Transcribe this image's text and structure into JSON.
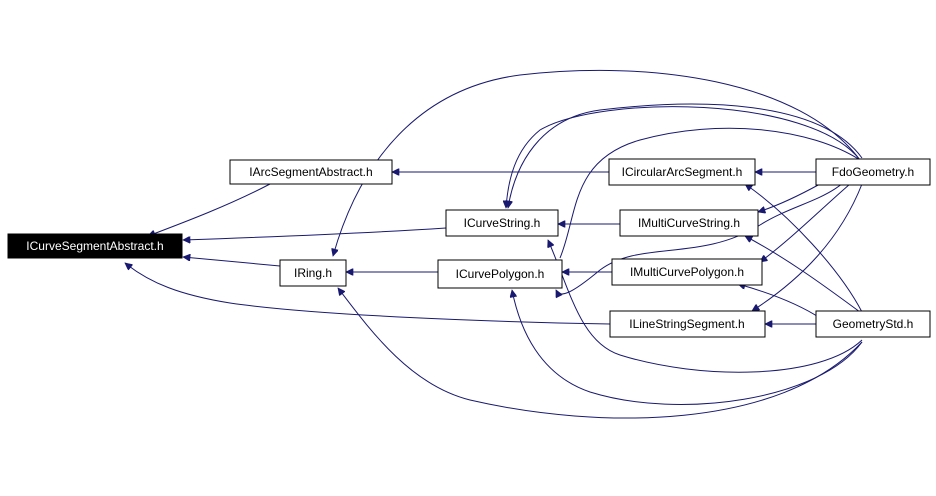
{
  "nodes": [
    {
      "id": "n0",
      "label": "ICurveSegmentAbstract.h",
      "root": true
    },
    {
      "id": "n1",
      "label": "IArcSegmentAbstract.h"
    },
    {
      "id": "n2",
      "label": "IRing.h"
    },
    {
      "id": "n3",
      "label": "ICurveString.h"
    },
    {
      "id": "n4",
      "label": "ICurvePolygon.h"
    },
    {
      "id": "n5",
      "label": "ICircularArcSegment.h"
    },
    {
      "id": "n6",
      "label": "IMultiCurveString.h"
    },
    {
      "id": "n7",
      "label": "IMultiCurvePolygon.h"
    },
    {
      "id": "n8",
      "label": "ILineStringSegment.h"
    },
    {
      "id": "n9",
      "label": "FdoGeometry.h"
    },
    {
      "id": "n10",
      "label": "GeometryStd.h"
    }
  ],
  "edges": [
    {
      "from": "n1",
      "to": "n0"
    },
    {
      "from": "n3",
      "to": "n0"
    },
    {
      "from": "n2",
      "to": "n0"
    },
    {
      "from": "n8",
      "to": "n0"
    },
    {
      "from": "n5",
      "to": "n1"
    },
    {
      "from": "n4",
      "to": "n2"
    },
    {
      "from": "n9",
      "to": "n2"
    },
    {
      "from": "n10",
      "to": "n2"
    },
    {
      "from": "n6",
      "to": "n3"
    },
    {
      "from": "n4",
      "to": "n3"
    },
    {
      "from": "n9",
      "to": "n3"
    },
    {
      "from": "n10",
      "to": "n3"
    },
    {
      "from": "n7",
      "to": "n4"
    },
    {
      "from": "n9",
      "to": "n4"
    },
    {
      "from": "n10",
      "to": "n4"
    },
    {
      "from": "n9",
      "to": "n5"
    },
    {
      "from": "n10",
      "to": "n5"
    },
    {
      "from": "n9",
      "to": "n6"
    },
    {
      "from": "n10",
      "to": "n6"
    },
    {
      "from": "n9",
      "to": "n7"
    },
    {
      "from": "n10",
      "to": "n7"
    },
    {
      "from": "n9",
      "to": "n8"
    },
    {
      "from": "n10",
      "to": "n8"
    }
  ],
  "colors": {
    "edge": "#191970",
    "root_fill": "#000000",
    "root_text": "#ffffff",
    "node_fill": "#ffffff",
    "node_border": "#000000"
  }
}
